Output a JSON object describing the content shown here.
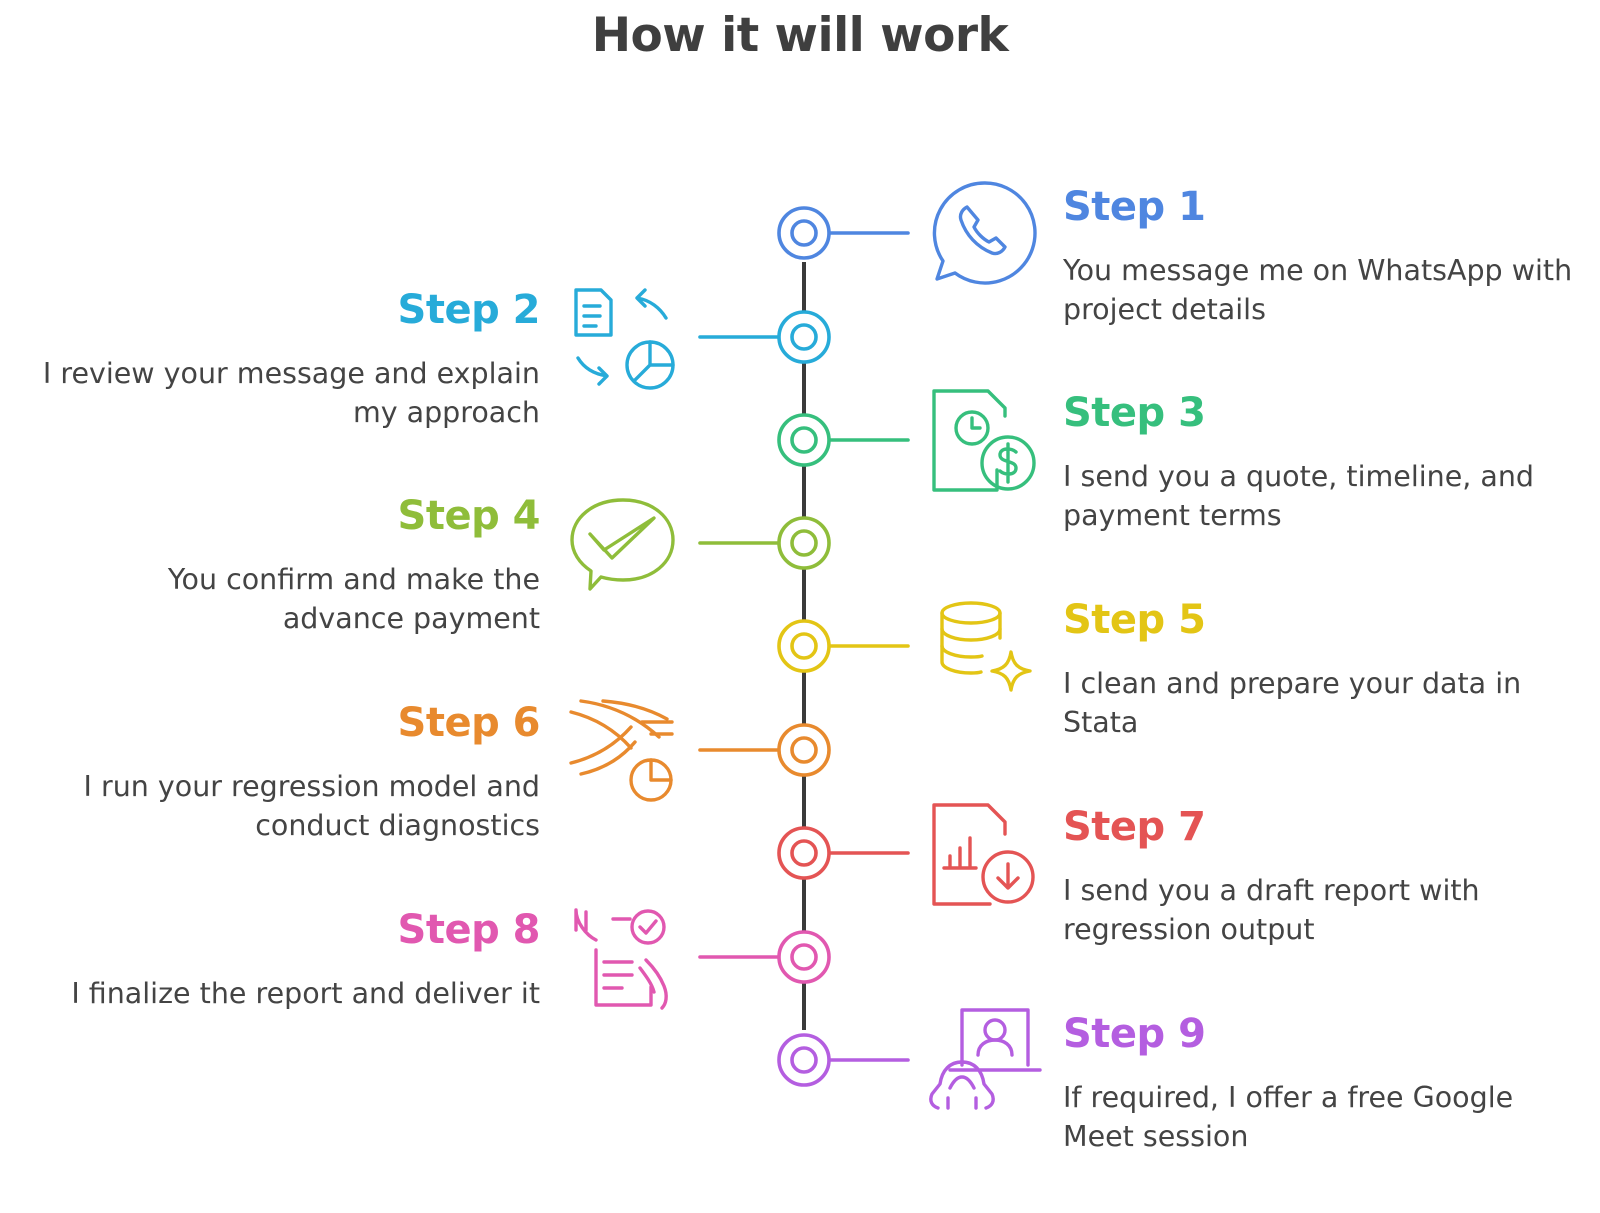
{
  "title": "How it will work",
  "steps": [
    {
      "label": "Step 1",
      "text": "You message me on WhatsApp with project details",
      "color": "#4f86e0",
      "side": "right",
      "icon": "whatsapp-phone-icon"
    },
    {
      "label": "Step 2",
      "text": "I review your message and explain my approach",
      "color": "#27abd9",
      "side": "left",
      "icon": "document-review-chart-icon"
    },
    {
      "label": "Step 3",
      "text": "I send you a quote, timeline, and payment terms",
      "color": "#36bf7d",
      "side": "right",
      "icon": "quote-clock-dollar-icon"
    },
    {
      "label": "Step 4",
      "text": "You confirm and make the advance payment",
      "color": "#8fbd3a",
      "side": "left",
      "icon": "chat-checkmark-icon"
    },
    {
      "label": "Step 5",
      "text": "I clean and prepare your data in Stata",
      "color": "#e3c515",
      "side": "right",
      "icon": "database-sparkle-icon"
    },
    {
      "label": "Step 6",
      "text": "I run your regression model and conduct diagnostics",
      "color": "#e88a2e",
      "side": "left",
      "icon": "data-flow-timer-icon"
    },
    {
      "label": "Step 7",
      "text": "I send you a draft report with regression output",
      "color": "#e45454",
      "side": "right",
      "icon": "report-download-icon"
    },
    {
      "label": "Step 8",
      "text": "I finalize the report and deliver it",
      "color": "#e158b0",
      "side": "left",
      "icon": "checklist-hand-icon"
    },
    {
      "label": "Step 9",
      "text": "If required, I offer a free Google Meet session",
      "color": "#b45ee0",
      "side": "right",
      "icon": "video-meeting-icon"
    }
  ]
}
